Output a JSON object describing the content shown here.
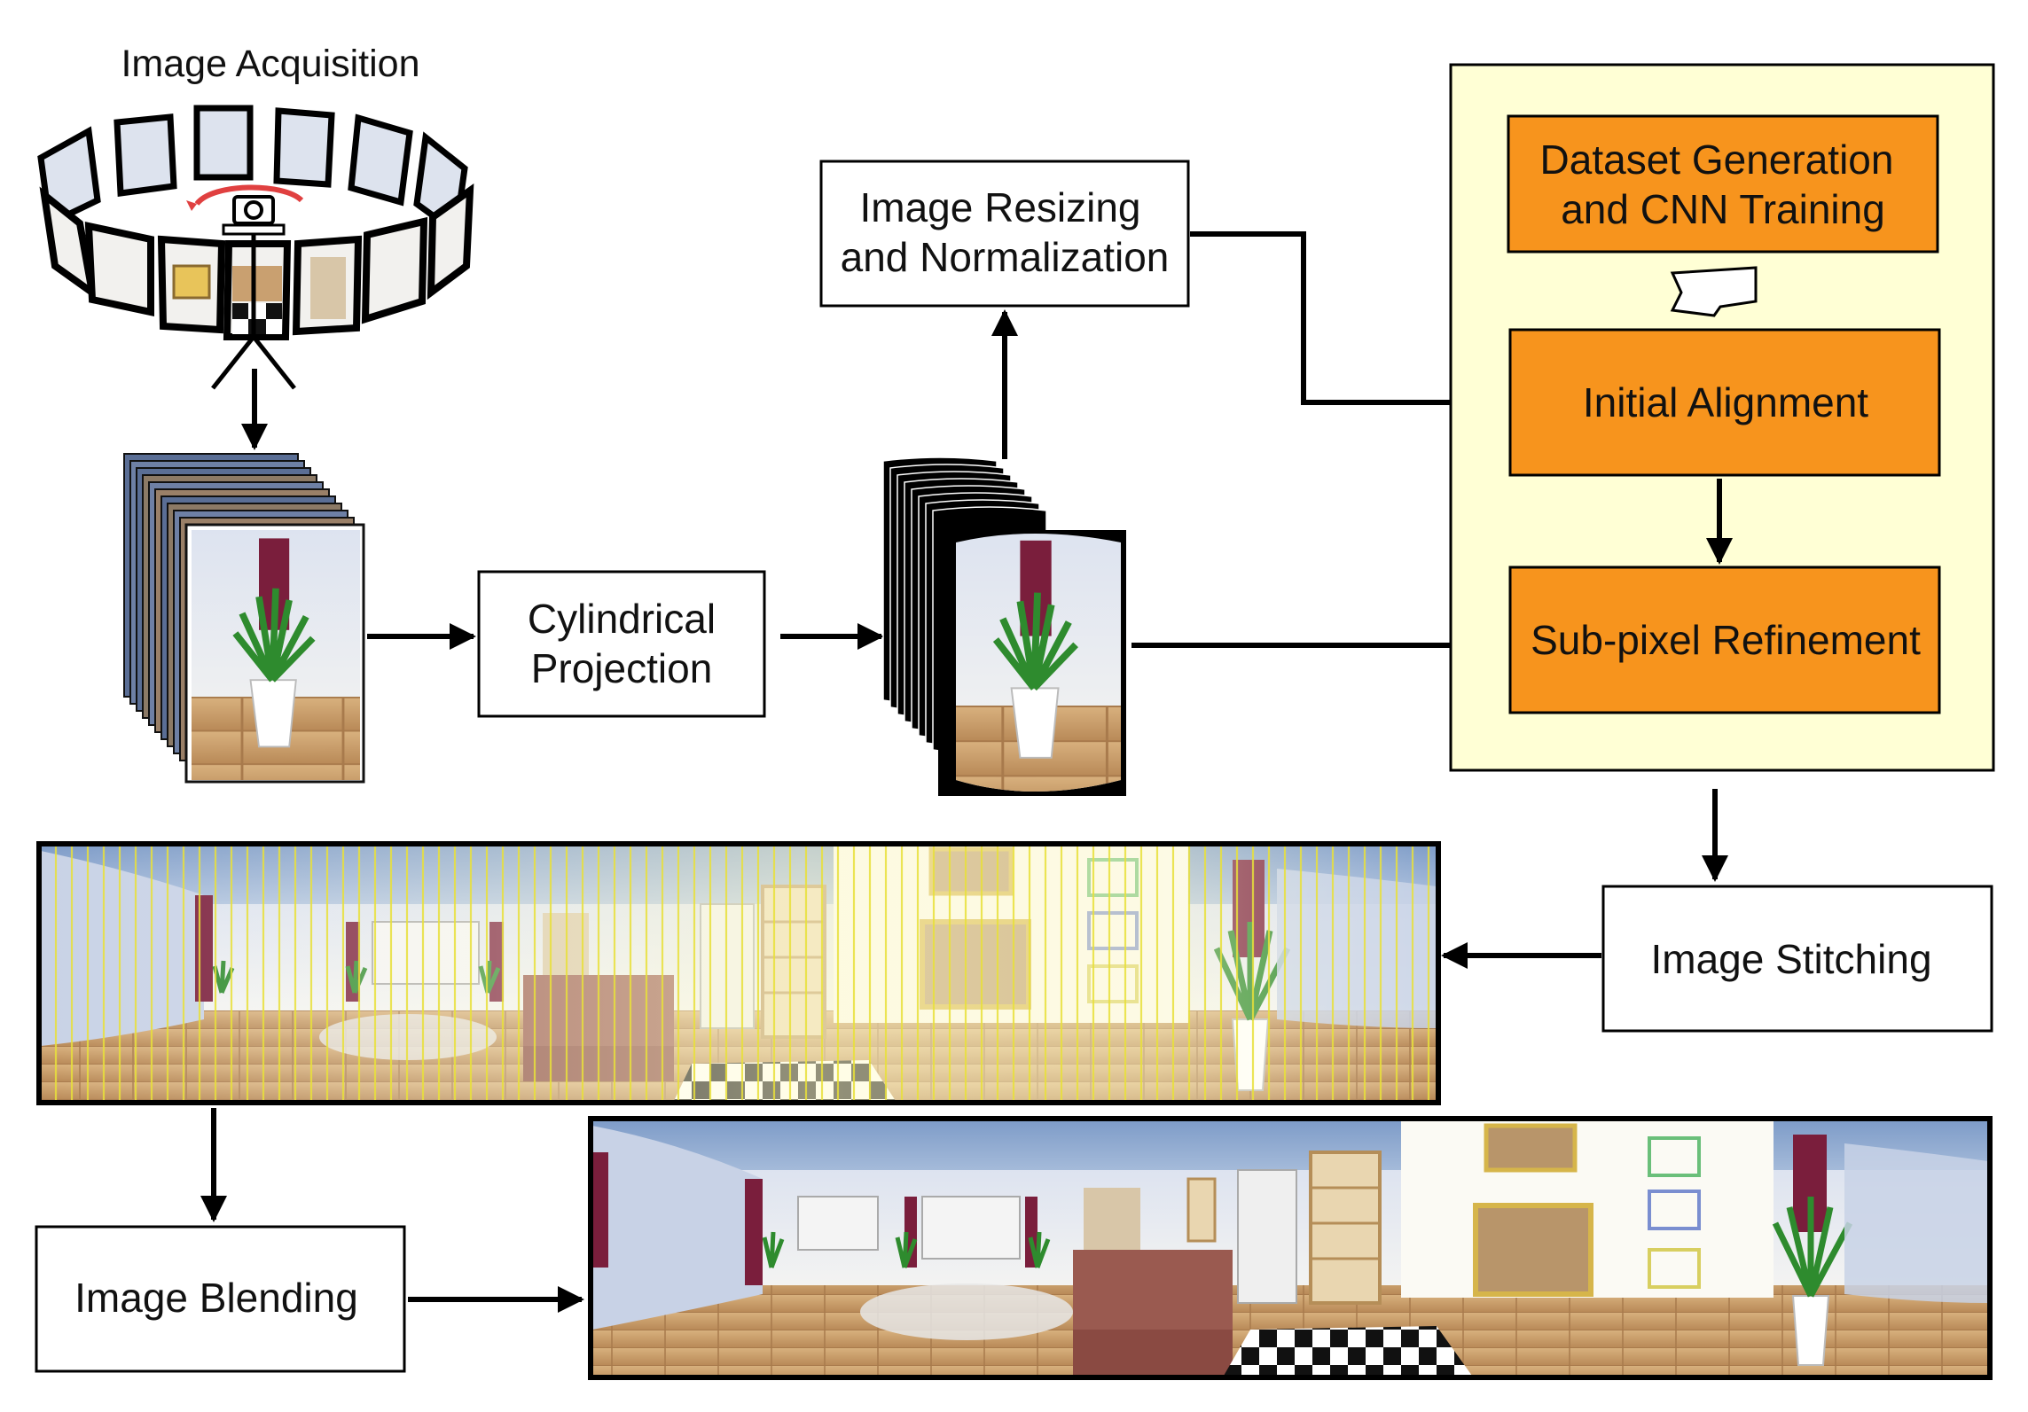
{
  "acquisition": {
    "title": "Image Acquisition"
  },
  "boxes": {
    "cylindrical": [
      "Cylindrical",
      "Projection"
    ],
    "resizing": [
      "Image Resizing",
      "and Normalization"
    ],
    "dataset": [
      "Dataset Generation",
      "and CNN Training"
    ],
    "initial": "Initial Alignment",
    "subpixel": "Sub-pixel Refinement",
    "stitching": "Image Stitching",
    "blending": "Image Blending"
  },
  "colors": {
    "orange": "#F7941D",
    "panel": "#FFFFD5",
    "seam": "#E8E03A",
    "sky": "#9DB6D6",
    "wall": "#F2F1EE",
    "floor": "#C9A070",
    "sofa": "#9A5A50",
    "curtain": "#7A1E3C",
    "plant": "#2E8B2E"
  }
}
